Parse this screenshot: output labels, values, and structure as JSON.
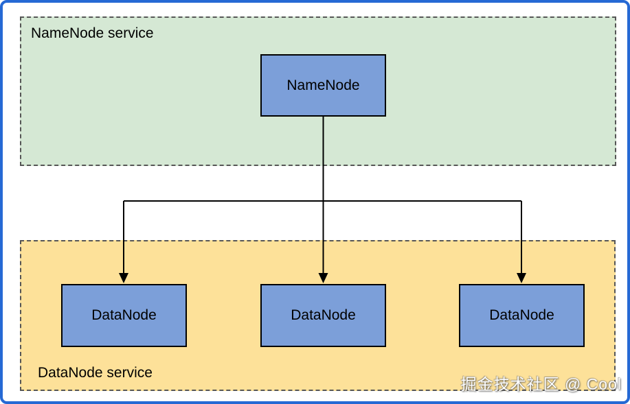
{
  "groups": {
    "namenode_service": {
      "label": "NameNode service"
    },
    "datanode_service": {
      "label": "DataNode service"
    }
  },
  "nodes": {
    "namenode": {
      "label": "NameNode"
    },
    "datanode1": {
      "label": "DataNode"
    },
    "datanode2": {
      "label": "DataNode"
    },
    "datanode3": {
      "label": "DataNode"
    }
  },
  "watermark": {
    "text": "掘金技术社区 @ Cool"
  },
  "colors": {
    "frame": "#2569d4",
    "namenode_group_fill": "#d5e8d4",
    "datanode_group_fill": "#fde199",
    "node_fill": "#7c9fd9",
    "node_border": "#000000",
    "group_border": "#555555",
    "connector": "#000000",
    "watermark_text": "#ffffff"
  }
}
